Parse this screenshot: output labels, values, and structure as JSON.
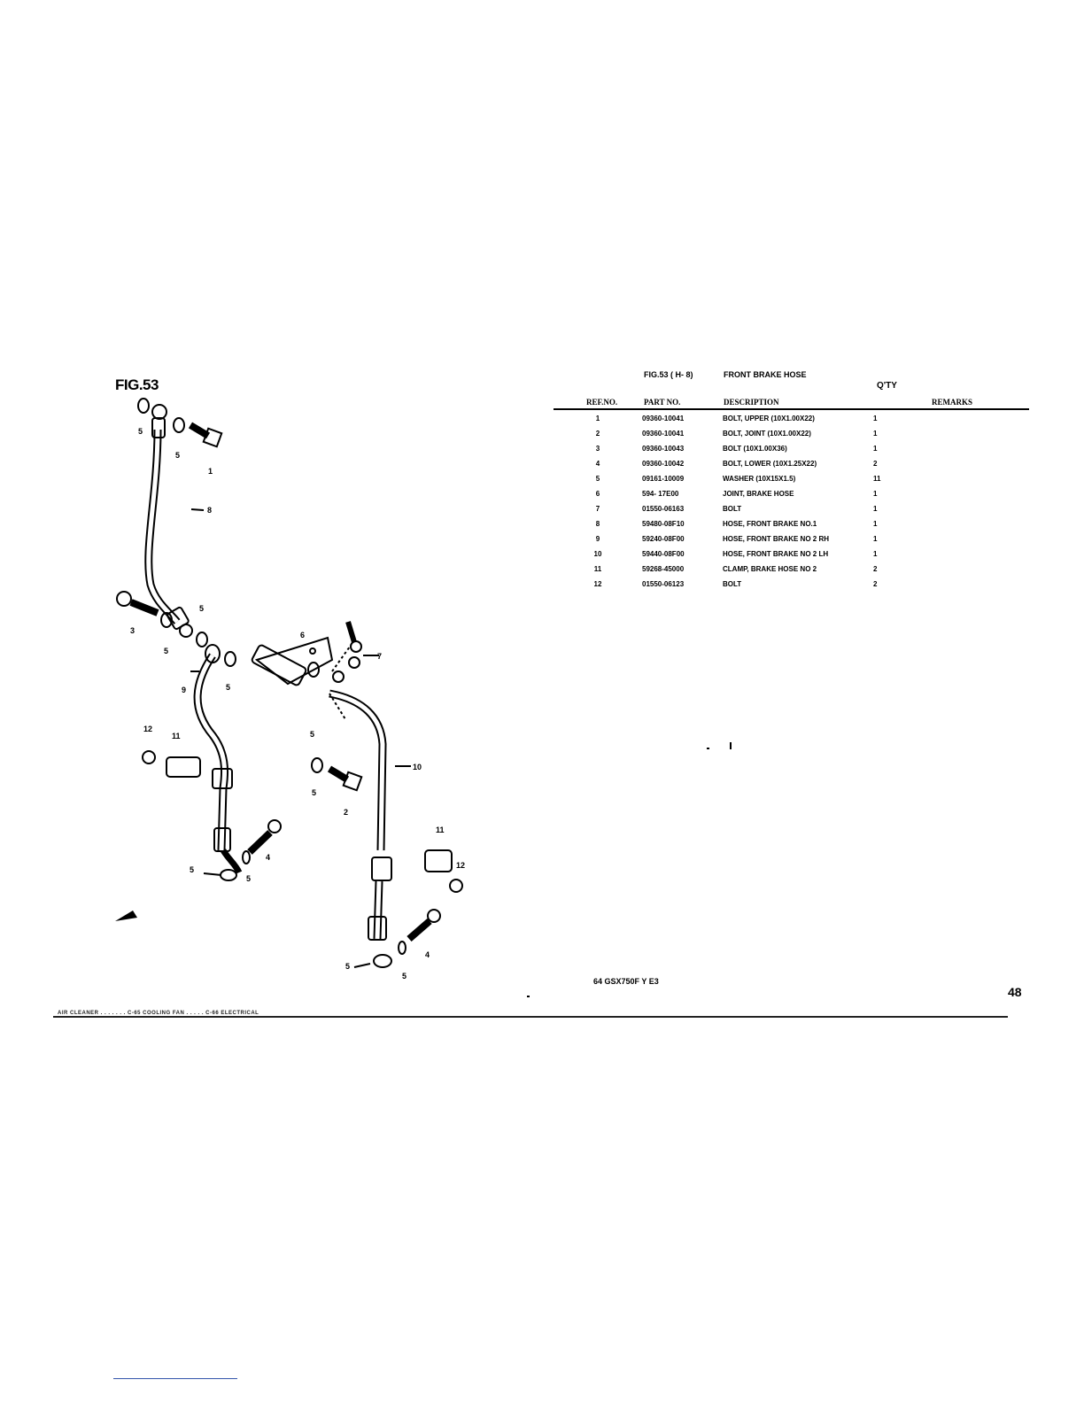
{
  "figure": {
    "title": "FIG.53",
    "callouts": [
      "5",
      "5",
      "1",
      "8",
      "3",
      "5",
      "5",
      "6",
      "7",
      "5",
      "9",
      "5",
      "12",
      "11",
      "10",
      "5",
      "2",
      "4",
      "5",
      "5",
      "11",
      "12",
      "4",
      "5",
      "5"
    ]
  },
  "table": {
    "fig_ref": "FIG.53 ( H- 8)",
    "title": "FRONT BRAKE HOSE",
    "qty_label": "Q'TY",
    "columns": {
      "ref": "REF.NO.",
      "part": "PART NO.",
      "desc": "DESCRIPTION",
      "remarks": "REMARKS"
    },
    "rows": [
      {
        "ref": "1",
        "part": "09360-10041",
        "desc": "BOLT, UPPER (10X1.00X22)",
        "qty": "1",
        "remarks": ""
      },
      {
        "ref": "2",
        "part": "09360-10041",
        "desc": "BOLT, JOINT (10X1.00X22)",
        "qty": "1",
        "remarks": ""
      },
      {
        "ref": "3",
        "part": "09360-10043",
        "desc": "BOLT (10X1.00X36)",
        "qty": "1",
        "remarks": ""
      },
      {
        "ref": "4",
        "part": "09360-10042",
        "desc": "BOLT, LOWER (10X1.25X22)",
        "qty": "2",
        "remarks": ""
      },
      {
        "ref": "5",
        "part": "09161-10009",
        "desc": "WASHER (10X15X1.5)",
        "qty": "11",
        "remarks": ""
      },
      {
        "ref": "6",
        "part": "594- 17E00",
        "desc": "JOINT, BRAKE HOSE",
        "qty": "1",
        "remarks": ""
      },
      {
        "ref": "7",
        "part": "01550-06163",
        "desc": "BOLT",
        "qty": "1",
        "remarks": ""
      },
      {
        "ref": "8",
        "part": "59480-08F10",
        "desc": "HOSE, FRONT BRAKE NO.1",
        "qty": "1",
        "remarks": ""
      },
      {
        "ref": "9",
        "part": "59240-08F00",
        "desc": "HOSE, FRONT BRAKE NO 2 RH",
        "qty": "1",
        "remarks": ""
      },
      {
        "ref": "10",
        "part": "59440-08F00",
        "desc": "HOSE, FRONT BRAKE NO 2 LH",
        "qty": "1",
        "remarks": ""
      },
      {
        "ref": "11",
        "part": "59268-45000",
        "desc": "CLAMP, BRAKE HOSE NO 2",
        "qty": "2",
        "remarks": ""
      },
      {
        "ref": "12",
        "part": "01550-06123",
        "desc": "BOLT",
        "qty": "2",
        "remarks": ""
      }
    ]
  },
  "footer": {
    "model": "64 GSX750F Y E3",
    "page": "48",
    "index": "AIR CLEANER . . . . . . . C-65  COOLING FAN . . . . .  C-66  ELECTRICAL"
  }
}
